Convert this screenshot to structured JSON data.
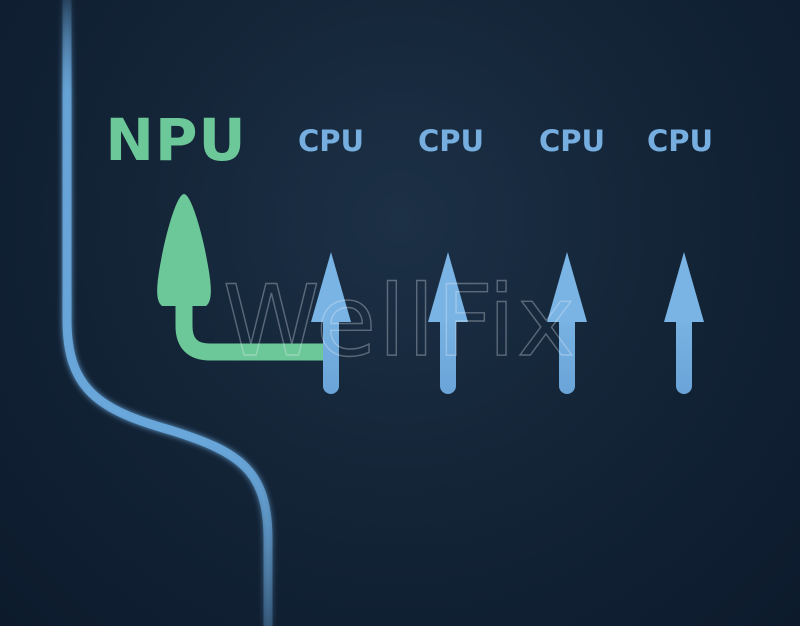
{
  "labels": {
    "npu": "NPU",
    "cpu_1": "CPU",
    "cpu_2": "CPU",
    "cpu_3": "CPU",
    "cpu_4": "CPU"
  },
  "watermark": "WellFix",
  "colors": {
    "background": "#132436",
    "npu_green": "#6cc898",
    "cpu_blue": "#76aee0",
    "lane_line": "#6aa8dc",
    "dashed_divider": "#5e9bd0"
  }
}
